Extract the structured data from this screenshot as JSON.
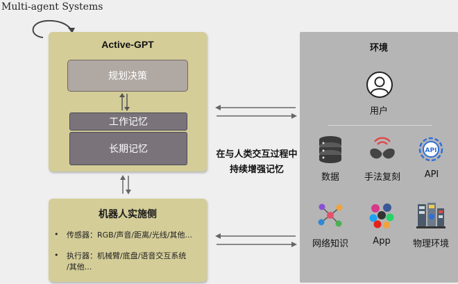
{
  "header": {
    "title": "Multi-agent Systems"
  },
  "active_gpt": {
    "title": "Active-GPT",
    "planning": "规划决策",
    "working_memory": "工作记忆",
    "long_term_memory": "长期记忆"
  },
  "robot": {
    "title": "机器人实施侧",
    "sensors": "传感器：RGB/声音/距离/光线/其他...",
    "actuators_line1": "执行器：机械臂/底盘/语音交互系统",
    "actuators_line2": "/其他..."
  },
  "center": {
    "line1": "在与人类交互过程中",
    "line2": "持续增强记忆"
  },
  "environment": {
    "title": "环境",
    "user": "用户",
    "items": [
      {
        "label": "数据",
        "icon": "database-icon"
      },
      {
        "label": "手法复刻",
        "icon": "handshake-icon"
      },
      {
        "label": "API",
        "icon": "api-gear-icon"
      },
      {
        "label": "网络知识",
        "icon": "network-icon"
      },
      {
        "label": "App",
        "icon": "apps-icon"
      },
      {
        "label": "物理环境",
        "icon": "physical-environment-icon"
      }
    ]
  },
  "colors": {
    "panel": "#d4cd98",
    "env_panel": "#b5b5b5",
    "memory_box": "#7a747a",
    "plan_box": "#b0a8a3",
    "icon_blue": "#2f6fd6"
  }
}
